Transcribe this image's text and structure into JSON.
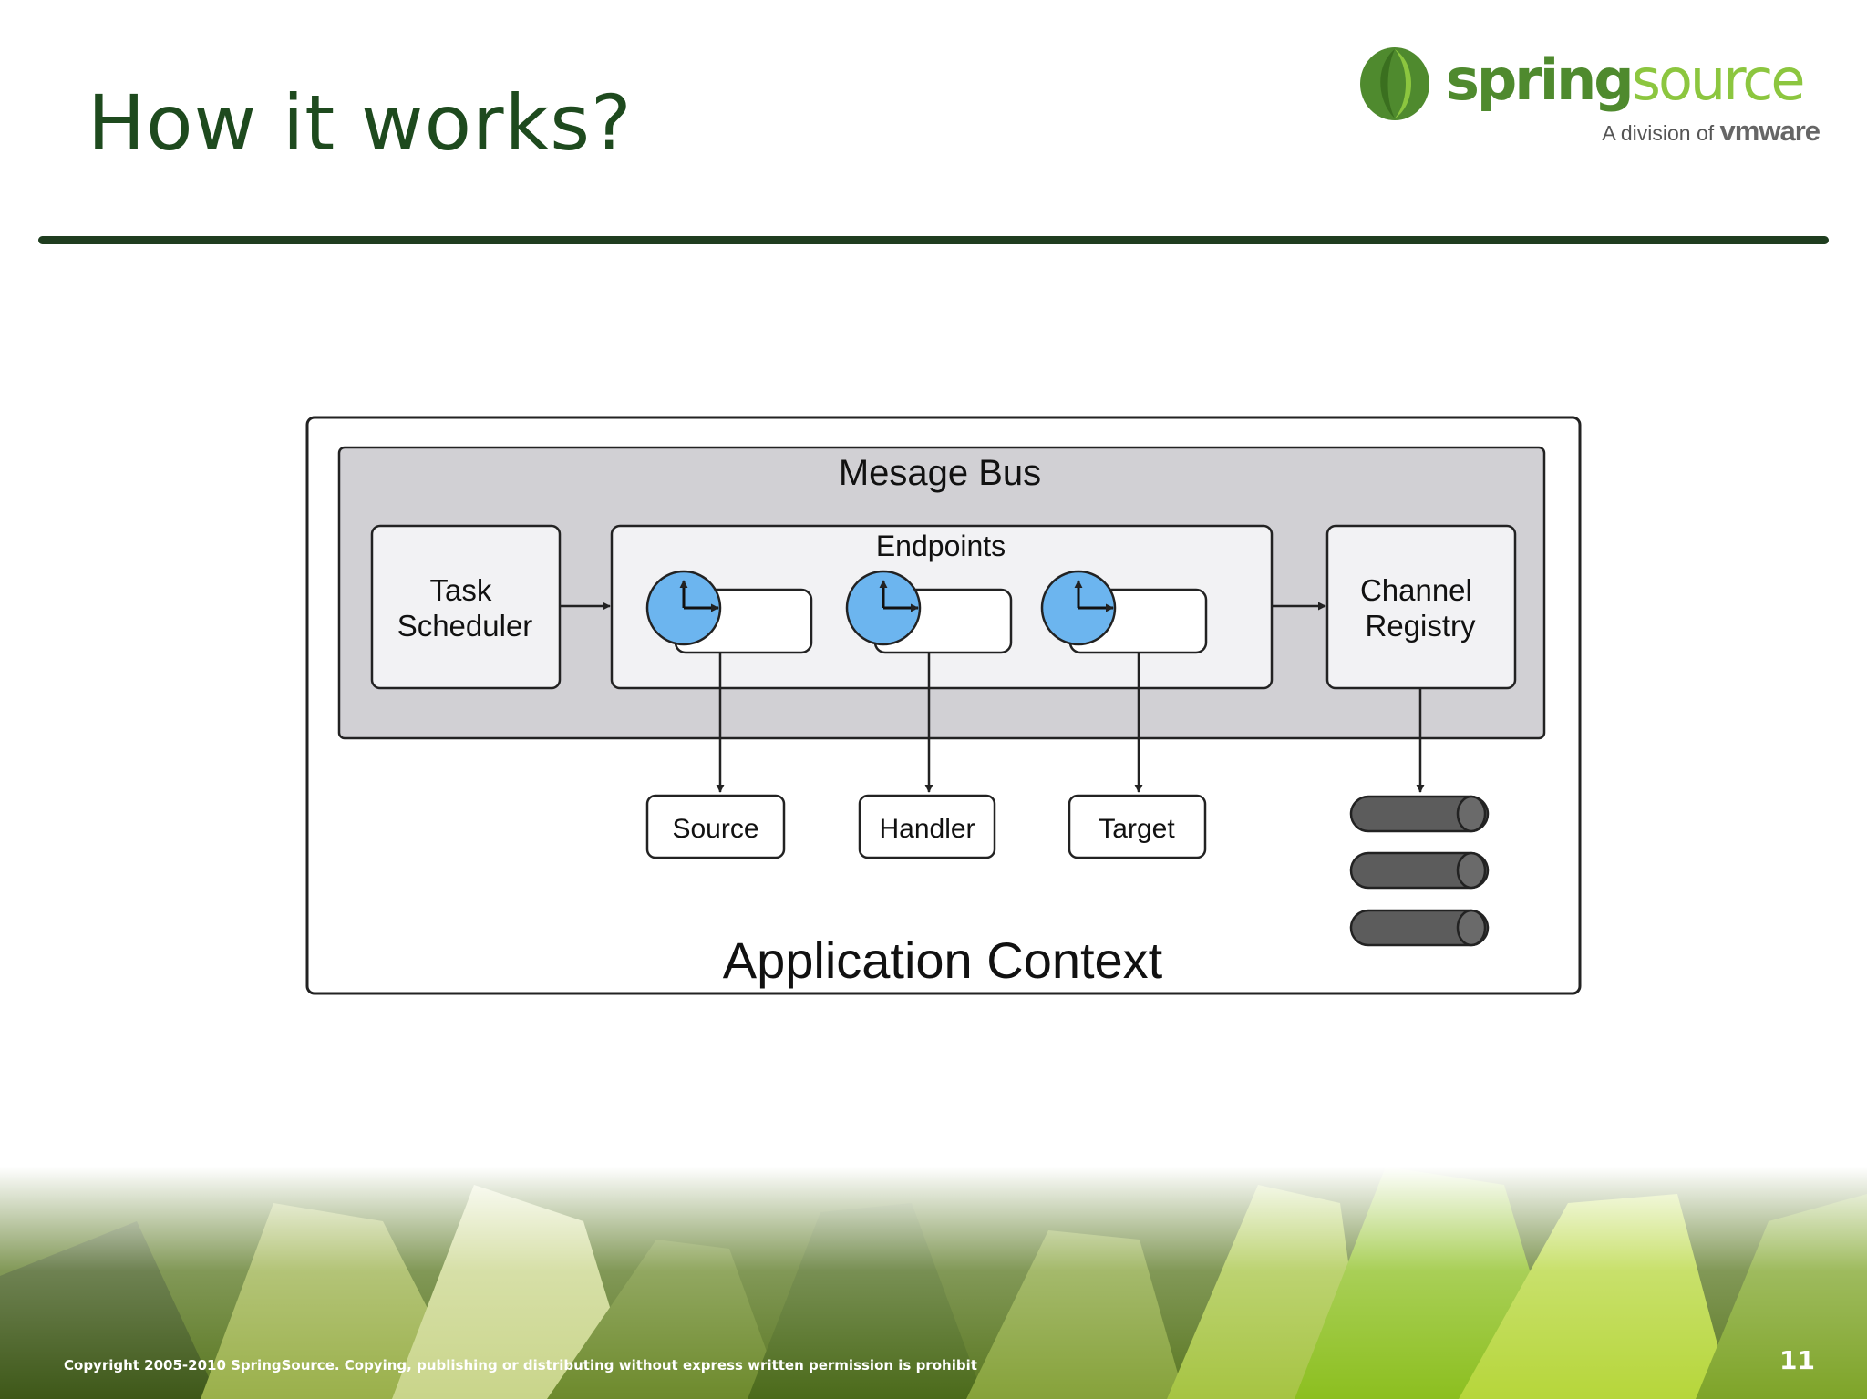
{
  "slide": {
    "title": "How it works?",
    "copyright": "Copyright 2005-2010 SpringSource.  Copying, publishing or distributing without express written permission is prohibit",
    "page_number": "11"
  },
  "logo": {
    "word_primary": "spring",
    "word_secondary": "source",
    "tagline_prefix": "A division of",
    "tagline_brand": "vmware",
    "colors": {
      "primary": "#4f8a2e",
      "secondary": "#8cc63f"
    }
  },
  "diagram": {
    "outer_label": "Application Context",
    "bus_label": "Mesage Bus",
    "task_scheduler": [
      "Task",
      "Scheduler"
    ],
    "endpoints_label": "Endpoints",
    "channel_registry": [
      "Channel",
      "Registry"
    ],
    "targets": [
      "Source",
      "Handler",
      "Target"
    ],
    "endpoint_icon": "clock-icon",
    "channel_icon": "channel-cylinder-icon",
    "colors": {
      "bus_fill": "#d1d0d4",
      "clock_fill": "#6cb5ef",
      "channel_fill": "#5c5c5c",
      "stroke": "#222222"
    }
  }
}
